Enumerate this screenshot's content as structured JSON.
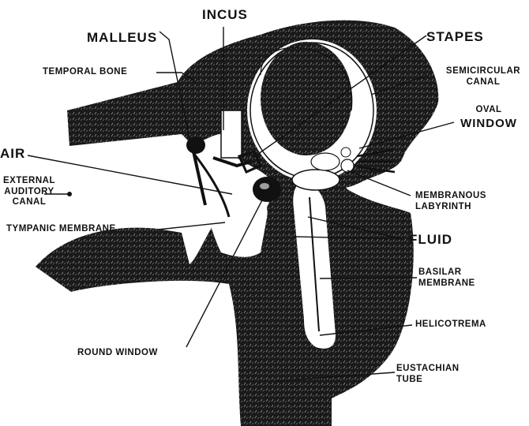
{
  "labels": {
    "incus": "INCUS",
    "malleus": "MALLEUS",
    "stapes": "STAPES",
    "temporal_bone": "TEMPORAL BONE",
    "semicircular_canal_l1": "SEMICIRCULAR",
    "semicircular_canal_l2": "CANAL",
    "oval_window_l1": "OVAL",
    "oval_window_l2": "WINDOW",
    "air": "AIR",
    "external_canal_l1": "EXTERNAL",
    "external_canal_l2": "AUDITORY",
    "external_canal_l3": "CANAL",
    "membranous_labyrinth_l1": "MEMBRANOUS",
    "membranous_labyrinth_l2": "LABYRINTH",
    "tympanic_membrane": "TYMPANIC MEMBRANE",
    "fluid": "FLUID",
    "basilar_membrane_l1": "BASILAR",
    "basilar_membrane_l2": "MEMBRANE",
    "helicotrema": "HELICOTREMA",
    "round_window": "ROUND WINDOW",
    "eustachian_tube_l1": "EUSTACHIAN",
    "eustachian_tube_l2": "TUBE"
  },
  "colors": {
    "ink": "#111111",
    "bone": "#1a1a1a",
    "cavity": "#ffffff"
  }
}
